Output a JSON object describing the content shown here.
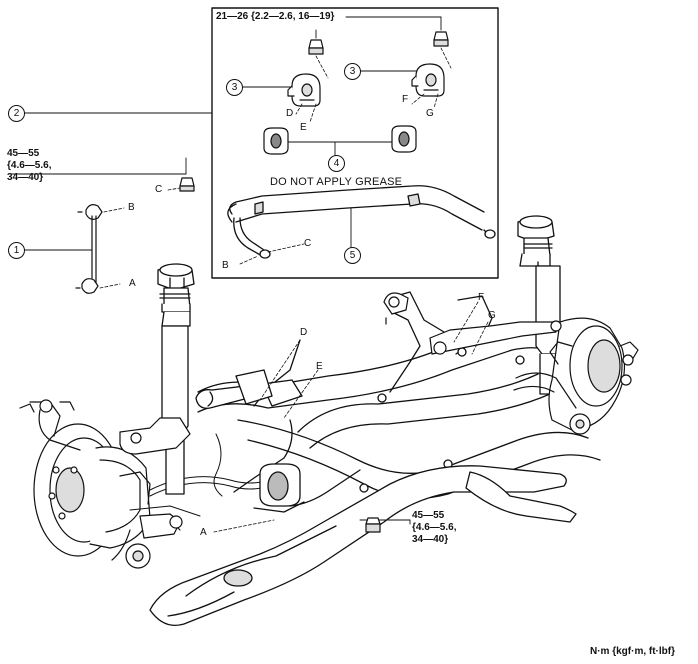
{
  "torque": {
    "inset_nut": "21—26 {2.2—2.6, 16—19}",
    "link_nut": [
      "45—55",
      "{4.6—5.6,",
      "34—40}"
    ],
    "body_nut": [
      "45—55",
      "{4.6—5.6,",
      "34—40}"
    ]
  },
  "note": "DO NOT APPLY GREASE",
  "units": "N·m {kgf·m, ft·lbf}",
  "callouts": {
    "c1": "1",
    "c2": "2",
    "c3a": "3",
    "c3b": "3",
    "c4": "4",
    "c5": "5"
  },
  "letters": {
    "inset_D": "D",
    "inset_E": "E",
    "inset_F": "F",
    "inset_G": "G",
    "inset_B": "B",
    "inset_C": "C",
    "link_C": "C",
    "link_B": "B",
    "link_A": "A",
    "main_D": "D",
    "main_E": "E",
    "main_F": "F",
    "main_G": "G",
    "main_A": "A"
  },
  "colors": {
    "line": "#111111",
    "background": "#ffffff",
    "shade": "#d8d8d8",
    "mid": "#bdbdbd"
  }
}
